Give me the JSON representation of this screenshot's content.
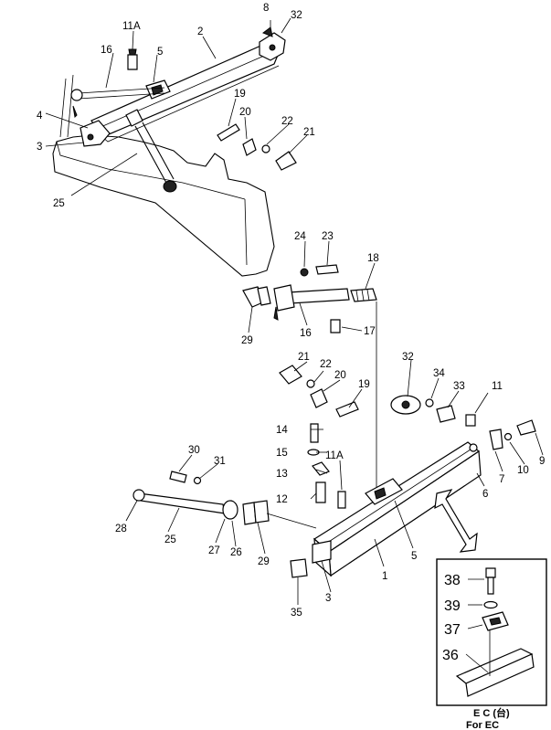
{
  "callouts": {
    "top": {
      "n8": "8",
      "n32": "32",
      "n11a": "11A",
      "n2": "2",
      "n16": "16",
      "n5": "5",
      "n4": "4",
      "n3": "3",
      "n19": "19",
      "n20": "20",
      "n22": "22",
      "n21": "21",
      "n25": "25"
    },
    "middle": {
      "n24": "24",
      "n23": "23",
      "n18": "18",
      "n29": "29",
      "n16": "16",
      "n17": "17"
    },
    "lower": {
      "n21": "21",
      "n22": "22",
      "n20": "20",
      "n19": "19",
      "n32": "32",
      "n34": "34",
      "n33": "33",
      "n11": "11",
      "n14": "14",
      "n15": "15",
      "n13": "13",
      "n12": "12",
      "n11a": "11A",
      "n9": "9",
      "n10": "10",
      "n7": "7",
      "n6": "6",
      "n30": "30",
      "n31": "31",
      "n28": "28",
      "n25": "25",
      "n27": "27",
      "n26": "26",
      "n29": "29",
      "n5": "5",
      "n1": "1",
      "n3": "3",
      "n35": "35"
    },
    "inset": {
      "n38": "38",
      "n39": "39",
      "n37": "37",
      "n36": "36"
    }
  },
  "inset": {
    "caption_code": "E C (台)",
    "caption_text": "For EC"
  }
}
